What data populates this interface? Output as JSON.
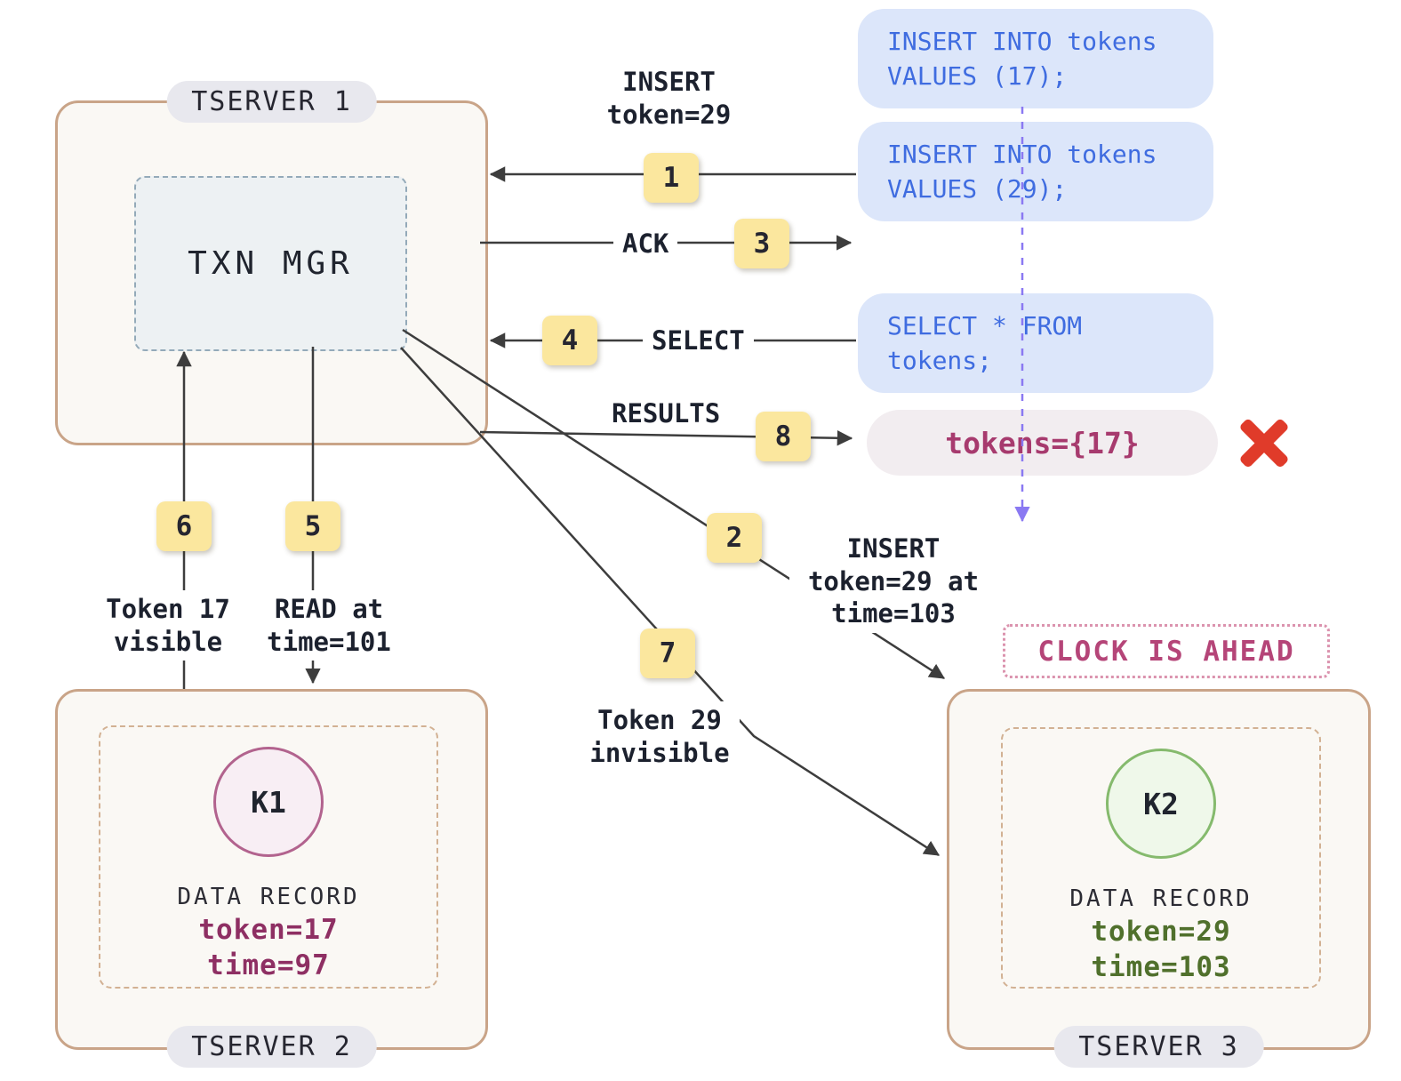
{
  "diagram": {
    "tserver1": {
      "label": "TSERVER 1",
      "txn_mgr_label": "TXN MGR"
    },
    "tserver2": {
      "label": "TSERVER 2",
      "key_label": "K1",
      "record_title": "DATA RECORD",
      "token_value": "token=17",
      "time_value": "time=97"
    },
    "tserver3": {
      "label": "TSERVER 3",
      "key_label": "K2",
      "record_title": "DATA RECORD",
      "token_value": "token=29",
      "time_value": "time=103",
      "clock_warning": "CLOCK IS AHEAD"
    },
    "sql_statements": {
      "insert_17_line1": "INSERT INTO tokens",
      "insert_17_line2": "VALUES (17);",
      "insert_29_line1": "INSERT INTO tokens",
      "insert_29_line2": "VALUES (29);",
      "select_line1": "SELECT * FROM",
      "select_line2": "tokens;"
    },
    "result": {
      "text": "tokens={17}"
    },
    "steps": {
      "s1": "1",
      "s2": "2",
      "s3": "3",
      "s4": "4",
      "s5": "5",
      "s6": "6",
      "s7": "7",
      "s8": "8"
    },
    "labels": {
      "insert_token29_l1": "INSERT",
      "insert_token29_l2": "token=29",
      "ack": "ACK",
      "select": "SELECT",
      "results": "RESULTS",
      "insert_at_l1": "INSERT",
      "insert_at_l2": "token=29 at",
      "insert_at_l3": "time=103",
      "read_at_l1": "READ at",
      "read_at_l2": "time=101",
      "token17_l1": "Token 17",
      "token17_l2": "visible",
      "token29_l1": "Token 29",
      "token29_l2": "invisible"
    },
    "colors": {
      "server_border": "#c9a488",
      "sql_text": "#3f6ce0",
      "sql_bg": "#dce6fa",
      "badge_bg": "#fbe79e",
      "token17_text": "#8e2f63",
      "token29_text": "#50702c",
      "result_text": "#a73a6e",
      "error_red": "#e03b2a",
      "timeline_purple": "#8a79f2",
      "clock_warning_text": "#b54578"
    }
  }
}
